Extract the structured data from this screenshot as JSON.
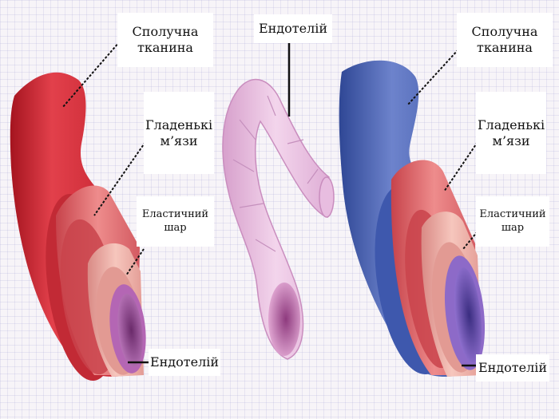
{
  "labels": {
    "artery_connective": "Сполучна тканина",
    "artery_smooth": "Гладенькі м’язи",
    "artery_elastic": "Еластичний шар",
    "artery_endothelium": "Ендотелій",
    "capillary_endothelium": "Ендотелій",
    "vein_connective": "Сполучна тканина",
    "vein_smooth": "Гладенькі м’язи",
    "vein_elastic": "Еластичний шар",
    "vein_endothelium": "Ендотелій"
  },
  "colors": {
    "artery_outer": "#d8323f",
    "muscle": "#e0636a",
    "elastic": "#eda59f",
    "endothelium": "#b466b4",
    "capillary": "#e6b4da",
    "vein_outer": "#4a63b4"
  }
}
